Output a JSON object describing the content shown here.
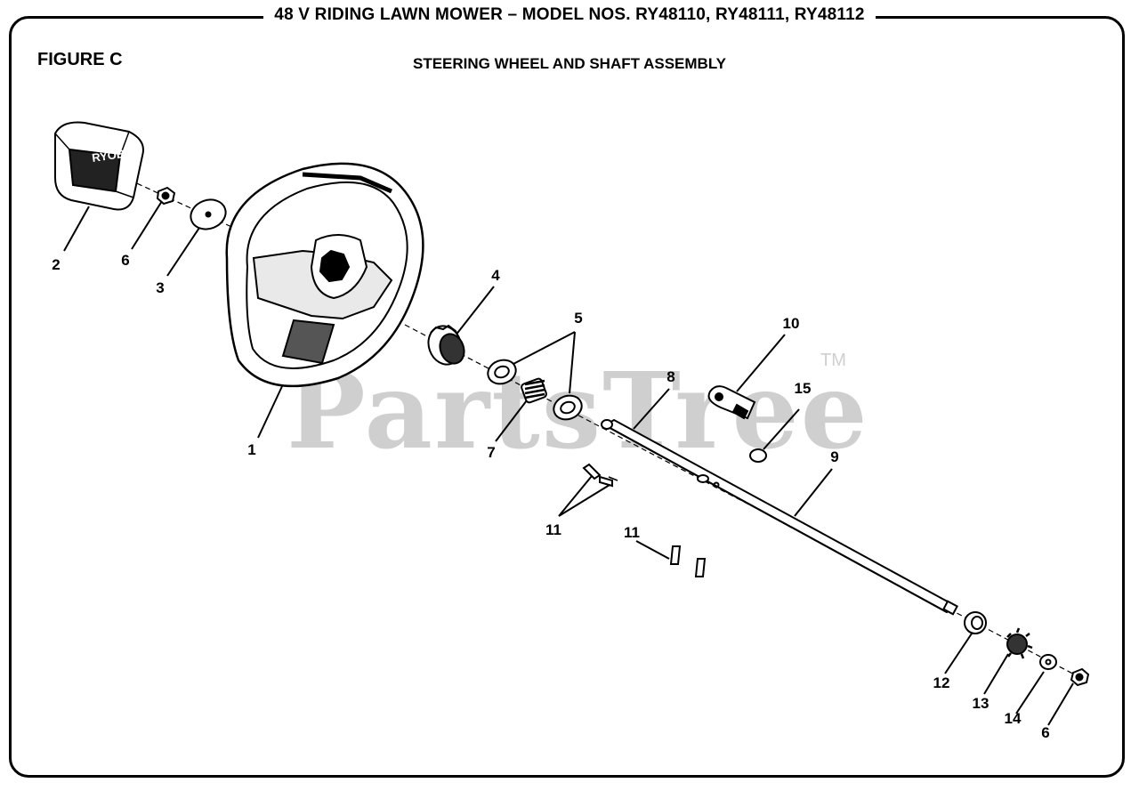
{
  "header": {
    "title": "48 V RIDING LAWN MOWER – MODEL NOS. RY48110, RY48111, RY48112",
    "figure_label": "FIGURE C",
    "assembly_title": "STEERING WHEEL AND SHAFT ASSEMBLY"
  },
  "watermark": {
    "text": "PartsTree",
    "tm": "TM"
  },
  "cover": {
    "logo_text": "RYOBI"
  },
  "callouts": {
    "c1": "1",
    "c2": "2",
    "c3": "3",
    "c4": "4",
    "c5": "5",
    "c6a": "6",
    "c7": "7",
    "c8": "8",
    "c9": "9",
    "c10": "10",
    "c11a": "11",
    "c11b": "11",
    "c12": "12",
    "c13": "13",
    "c14": "14",
    "c15": "15",
    "c6b": "6"
  }
}
